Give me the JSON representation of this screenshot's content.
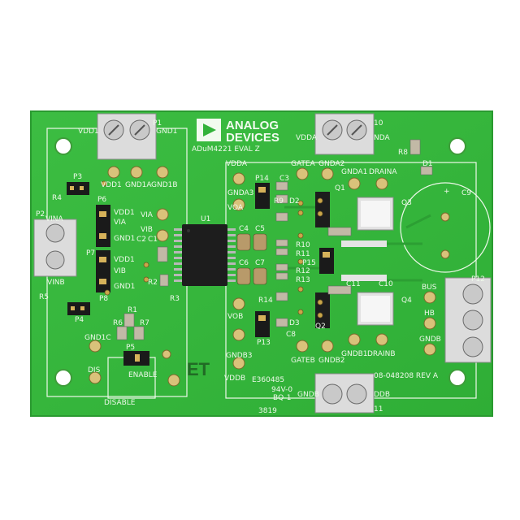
{
  "board": {
    "brand_line1": "ANALOG",
    "brand_line2": "DEVICES",
    "model": "ADuM4221 EVAL Z",
    "part_number": "08-048208 REV A",
    "ul_code": "E360485",
    "rating": "94V-0",
    "bq": "BQ-1",
    "date_code": "3819",
    "stamp": "ET",
    "ic_designator": "U1",
    "labels": {
      "vdd1": "VDD1",
      "gnd1": "GND1",
      "p1": "P1",
      "vdd1_tp": "VDD1",
      "gnd1a": "GND1A",
      "gnd1b": "GND1B",
      "p2": "P2",
      "vina": "VINA",
      "vinb": "VINB",
      "p3": "P3",
      "p4": "P4",
      "r4": "R4",
      "r5": "R5",
      "p6": "P6",
      "p7": "P7",
      "p8": "P8",
      "vdd1_p6": "VDD1",
      "via_p6": "VIA",
      "gnd1_p6": "GND1",
      "vdd1_p7": "VDD1",
      "vib_p7": "VIB",
      "gnd1_p7": "GND1",
      "via_tp": "VIA",
      "vib_tp": "VIB",
      "c2": "C2",
      "c1": "C1",
      "r2": "R2",
      "r3": "R3",
      "r1": "R1",
      "r6": "R6",
      "r7": "R7",
      "p5": "P5",
      "gnd1c": "GND1C",
      "dis": "DIS",
      "enable": "ENABLE",
      "disable": "DISABLE",
      "vdda": "VDDA",
      "vdda_tp": "VDDA",
      "gnda_p10": "NDA",
      "p10": "10",
      "c3": "C3",
      "gatea": "GATEA",
      "gnda2": "GNDA2",
      "gnda1": "GNDA1",
      "draina": "DRAINA",
      "gnda3": "GNDA3",
      "voa": "VOA",
      "p14": "P14",
      "r9": "R9",
      "d2": "D2",
      "c4": "C4",
      "c5": "C5",
      "c6": "C6",
      "c7": "C7",
      "r10": "R10",
      "r11": "R11",
      "r12": "R12",
      "r13": "R13",
      "r14": "R14",
      "p15": "P15",
      "q1": "Q1",
      "q2": "Q2",
      "q3": "Q3",
      "q4": "Q4",
      "c11": "C11",
      "c10": "C10",
      "c9": "C9",
      "r8": "R8",
      "d1": "D1",
      "c8": "C8",
      "d3": "D3",
      "vob": "VOB",
      "p13": "P13",
      "gndb3": "GNDB3",
      "gateb": "GATEB",
      "gndb2": "GNDB2",
      "gndb1": "GNDB1",
      "drainb": "DRAINB",
      "vddb": "VDDB",
      "gndb": "GNDB",
      "gndb_p11": "GNDB",
      "p11": "11",
      "vddb_p11": "DDB",
      "bus": "BUS",
      "hb": "HB",
      "gndb_r": "GNDB",
      "p12": "P12",
      "plus": "+"
    },
    "colors": {
      "pcb": "#33b33a",
      "pcb_edge": "#2a9a30",
      "silk": "#eef8ea",
      "pad": "#d9c27a"
    }
  }
}
